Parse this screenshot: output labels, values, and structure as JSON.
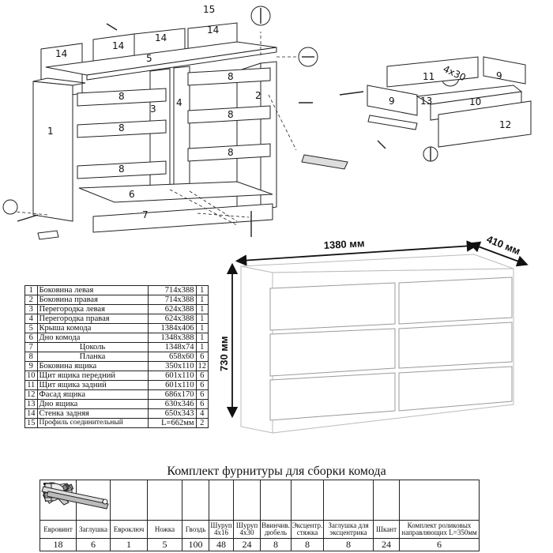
{
  "diagram_labels": {
    "p14": "14",
    "p15": "15",
    "p5": "5",
    "p1": "1",
    "p2": "2",
    "p3": "3",
    "p4": "4",
    "p6": "6",
    "p7": "7",
    "p8": "8",
    "p9": "9",
    "p10": "10",
    "p11": "11",
    "p12": "12",
    "p13": "13",
    "screw": "4x30"
  },
  "dimensions": {
    "width": "1380 мм",
    "depth": "410 мм",
    "height": "730 мм"
  },
  "parts": [
    {
      "n": "1",
      "name": "Боковина левая",
      "size": "714x388",
      "qty": "1"
    },
    {
      "n": "2",
      "name": "Боковина правая",
      "size": "714x388",
      "qty": "1"
    },
    {
      "n": "3",
      "name": "Перегородка левая",
      "size": "624x388",
      "qty": "1"
    },
    {
      "n": "4",
      "name": "Перегородка правая",
      "size": "624x388",
      "qty": "1"
    },
    {
      "n": "5",
      "name": "Крыша комода",
      "size": "1384x406",
      "qty": "1"
    },
    {
      "n": "6",
      "name": "Дно комода",
      "size": "1348x388",
      "qty": "1"
    },
    {
      "n": "7",
      "name": "Цоколь",
      "size": "1348x74",
      "qty": "1"
    },
    {
      "n": "8",
      "name": "Планка",
      "size": "658x60",
      "qty": "6"
    },
    {
      "n": "9",
      "name": "Боковина ящика",
      "size": "350x110",
      "qty": "12"
    },
    {
      "n": "10",
      "name": "Щит ящика передний",
      "size": "601x110",
      "qty": "6"
    },
    {
      "n": "11",
      "name": "Щит ящика задний",
      "size": "601x110",
      "qty": "6"
    },
    {
      "n": "12",
      "name": "Фасад ящика",
      "size": "686x170",
      "qty": "6"
    },
    {
      "n": "13",
      "name": "Дно ящика",
      "size": "630x346",
      "qty": "6"
    },
    {
      "n": "14",
      "name": "Стенка задняя",
      "size": "650x343",
      "qty": "4"
    },
    {
      "n": "15",
      "name": "Профиль соединительный",
      "size": "L=662мм",
      "qty": "2"
    }
  ],
  "hardware": {
    "title": "Комплект фурнитуры для сборки комода",
    "items": [
      {
        "icon": "euro-screw-icon",
        "name": "Евровинт",
        "count": "18"
      },
      {
        "icon": "plug-cap-icon",
        "name": "Заглушка",
        "count": "6"
      },
      {
        "icon": "hex-key-icon",
        "name": "Евроключ",
        "count": "1"
      },
      {
        "icon": "furniture-leg-icon",
        "name": "Ножка",
        "count": "5"
      },
      {
        "icon": "nail-icon",
        "name": "Гвоздь",
        "count": "100"
      },
      {
        "icon": "screw-4x16-icon",
        "name": "Шуруп 4x16",
        "count": "48"
      },
      {
        "icon": "screw-4x30-icon",
        "name": "Шуруп 4x30",
        "count": "24"
      },
      {
        "icon": "screw-dowel-icon",
        "name": "Ввинчив. дюбель",
        "count": "8"
      },
      {
        "icon": "cam-lock-icon",
        "name": "Эксцентр. стяжка",
        "count": "8"
      },
      {
        "icon": "cam-cap-icon",
        "name": "Заглушка для эксцентрика",
        "count": "8"
      },
      {
        "icon": "wood-dowel-icon",
        "name": "Шкант",
        "count": "24"
      },
      {
        "icon": "roller-guides-icon",
        "name": "Комплект роликовых направляющих L=350мм",
        "count": "6"
      }
    ]
  }
}
